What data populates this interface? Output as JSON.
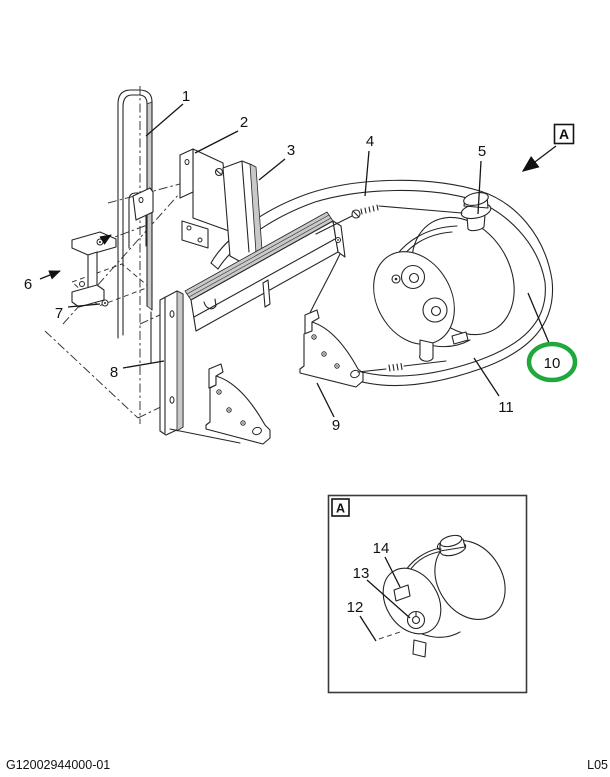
{
  "figure": {
    "type": "exploded-parts-diagram",
    "description": "Reservoir tank and mounting bracket exploded view with detail view A"
  },
  "callouts": {
    "1": "1",
    "2": "2",
    "3": "3",
    "4": "4",
    "5": "5",
    "6": "6",
    "7": "7",
    "8": "8",
    "9": "9",
    "10": "10",
    "11": "11",
    "12": "12",
    "13": "13",
    "14": "14"
  },
  "highlight": {
    "part_number": "10",
    "color": "#1fa83c"
  },
  "view_reference": {
    "label": "A"
  },
  "detail_view": {
    "label": "A"
  },
  "footer": {
    "document_number": "G12002944000-01",
    "page_code": "L05"
  }
}
